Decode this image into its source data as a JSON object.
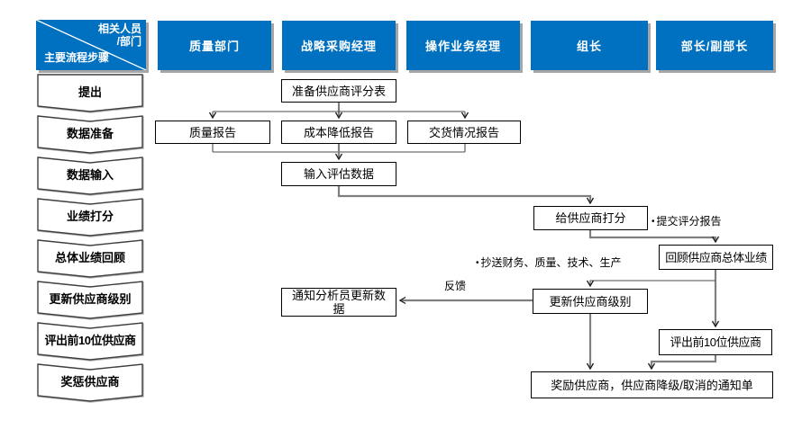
{
  "corner": {
    "role_line1": "相关人员",
    "role_line2": "/部门",
    "steps_label": "主要流程步骤"
  },
  "lanes": [
    {
      "label": "质量部门"
    },
    {
      "label": "战略采购经理"
    },
    {
      "label": "操作业务经理"
    },
    {
      "label": "组长"
    },
    {
      "label": "部长/副部长"
    }
  ],
  "steps": [
    {
      "label": "提出"
    },
    {
      "label": "数据准备"
    },
    {
      "label": "数据输入"
    },
    {
      "label": "业绩打分"
    },
    {
      "label": "总体业绩回顾"
    },
    {
      "label": "更新供应商级别"
    },
    {
      "label": "评出前10位供应商"
    },
    {
      "label": "奖惩供应商"
    }
  ],
  "boxes": {
    "prepare": "准备供应商评分表",
    "quality": "质量报告",
    "cost": "成本降低报告",
    "delivery": "交货情况报告",
    "input": "输入评估数据",
    "score": "给供应商打分",
    "review": "回顾供应商总体业绩",
    "update": "更新供应商级别",
    "notify": "通知分析员更新数据",
    "top10": "评出前10位供应商",
    "notice": "奖励供应商，供应商降级/取消的通知单"
  },
  "annotations": {
    "bullet": "•",
    "submit": "提交评分报告",
    "cc": "抄送财务、质量、技术、生产",
    "feedback": "反馈"
  },
  "colors": {
    "lane_fill": "#0070C0",
    "lane_text": "#ffffff",
    "box_bg": "#ffffff",
    "box_border": "#000000",
    "connector": "#7f7f7f",
    "connector_dark": "#4d4d4d",
    "arrow": "#1a1a1a",
    "shadow": "#a6a6a6",
    "canvas_bg": "#ffffff",
    "text": "#000000"
  }
}
